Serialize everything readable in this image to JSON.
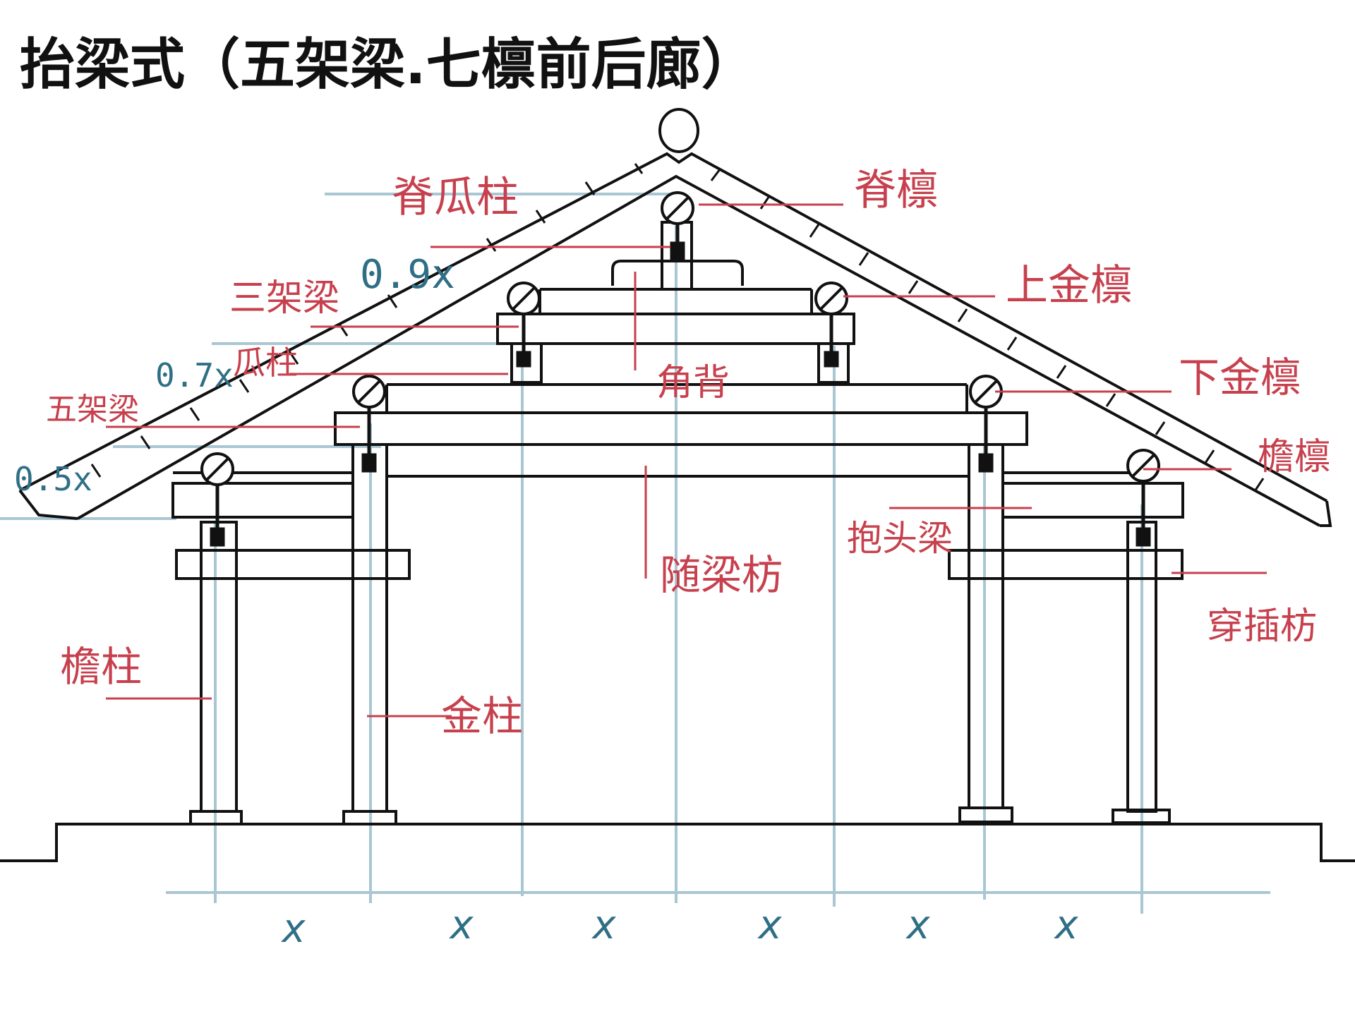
{
  "title": "抬梁式（五架梁.七檩前后廊）",
  "colors": {
    "ink": "#111111",
    "red": "#c7404d",
    "blue": "#2f6f86",
    "guide": "#a9c6d3"
  },
  "labels": {
    "ji_gua_zhu": "脊瓜柱",
    "ji_lin": "脊檩",
    "san_jia_liang": "三架梁",
    "shang_jin_lin": "上金檩",
    "gua_zhu": "瓜柱",
    "jiao_bei": "角背",
    "xia_jin_lin": "下金檩",
    "wu_jia_liang": "五架梁",
    "yan_lin": "檐檩",
    "bao_tou_liang": "抱头梁",
    "sui_liang_fang": "随梁枋",
    "chuan_cha_fang": "穿插枋",
    "yan_zhu": "檐柱",
    "jin_zhu": "金柱"
  },
  "ratios": {
    "r09": "0.9x",
    "r07": "0.7x",
    "r05": "0.5x"
  },
  "bays": [
    "x",
    "x",
    "x",
    "x",
    "x",
    "x"
  ]
}
